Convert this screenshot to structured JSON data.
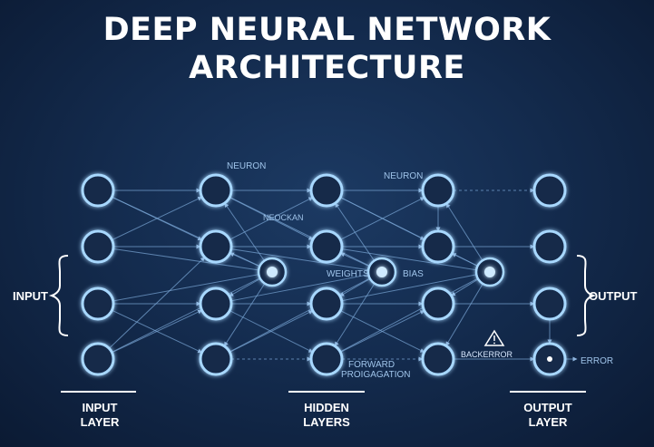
{
  "title": {
    "line1": "DEEP NEURAL NETWORK",
    "line2": "ARCHITECTURE"
  },
  "side_labels": {
    "input": "INPUT",
    "output": "OUTPUT"
  },
  "annotations": {
    "neuron_top_left": "NEURON",
    "neuron_top_right": "NEURON",
    "neuron_garbled": "NEOCKAN",
    "weights": "WEIGHTS",
    "bias": "BIAS",
    "forward_line1": "FORWARD",
    "forward_line2": "PROIGAGATION",
    "back_error": "BACKERROR",
    "error": "ERROR"
  },
  "bottom_labels": {
    "input": {
      "line1": "INPUT",
      "line2": "LAYER"
    },
    "hidden": {
      "line1": "HIDDEN",
      "line2": "LAYERS"
    },
    "output": {
      "line1": "OUTPUT",
      "line2": "LAYER"
    }
  },
  "colors": {
    "node": "#a8d8ff",
    "edge": "#7aa6d6",
    "accent": "#ffffff"
  }
}
